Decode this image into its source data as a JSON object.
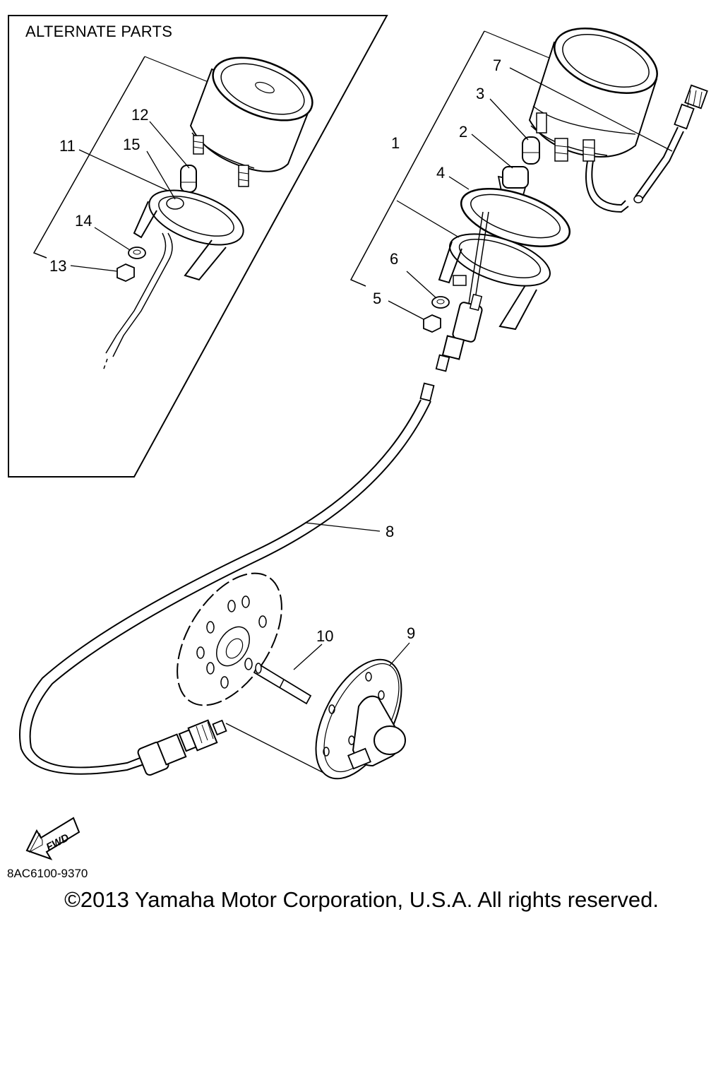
{
  "panel_title": "ALTERNATE PARTS",
  "fwd_label": "FWD",
  "drawing_code": "8AC6100-9370",
  "copyright": "©2013 Yamaha Motor Corporation, U.S.A. All rights reserved.",
  "callouts": {
    "p1": "1",
    "p2": "2",
    "p3": "3",
    "p4": "4",
    "p5": "5",
    "p6": "6",
    "p7": "7",
    "p8": "8",
    "p9": "9",
    "p10": "10",
    "p11": "11",
    "p12": "12",
    "p13": "13",
    "p14": "14",
    "p15": "15"
  }
}
